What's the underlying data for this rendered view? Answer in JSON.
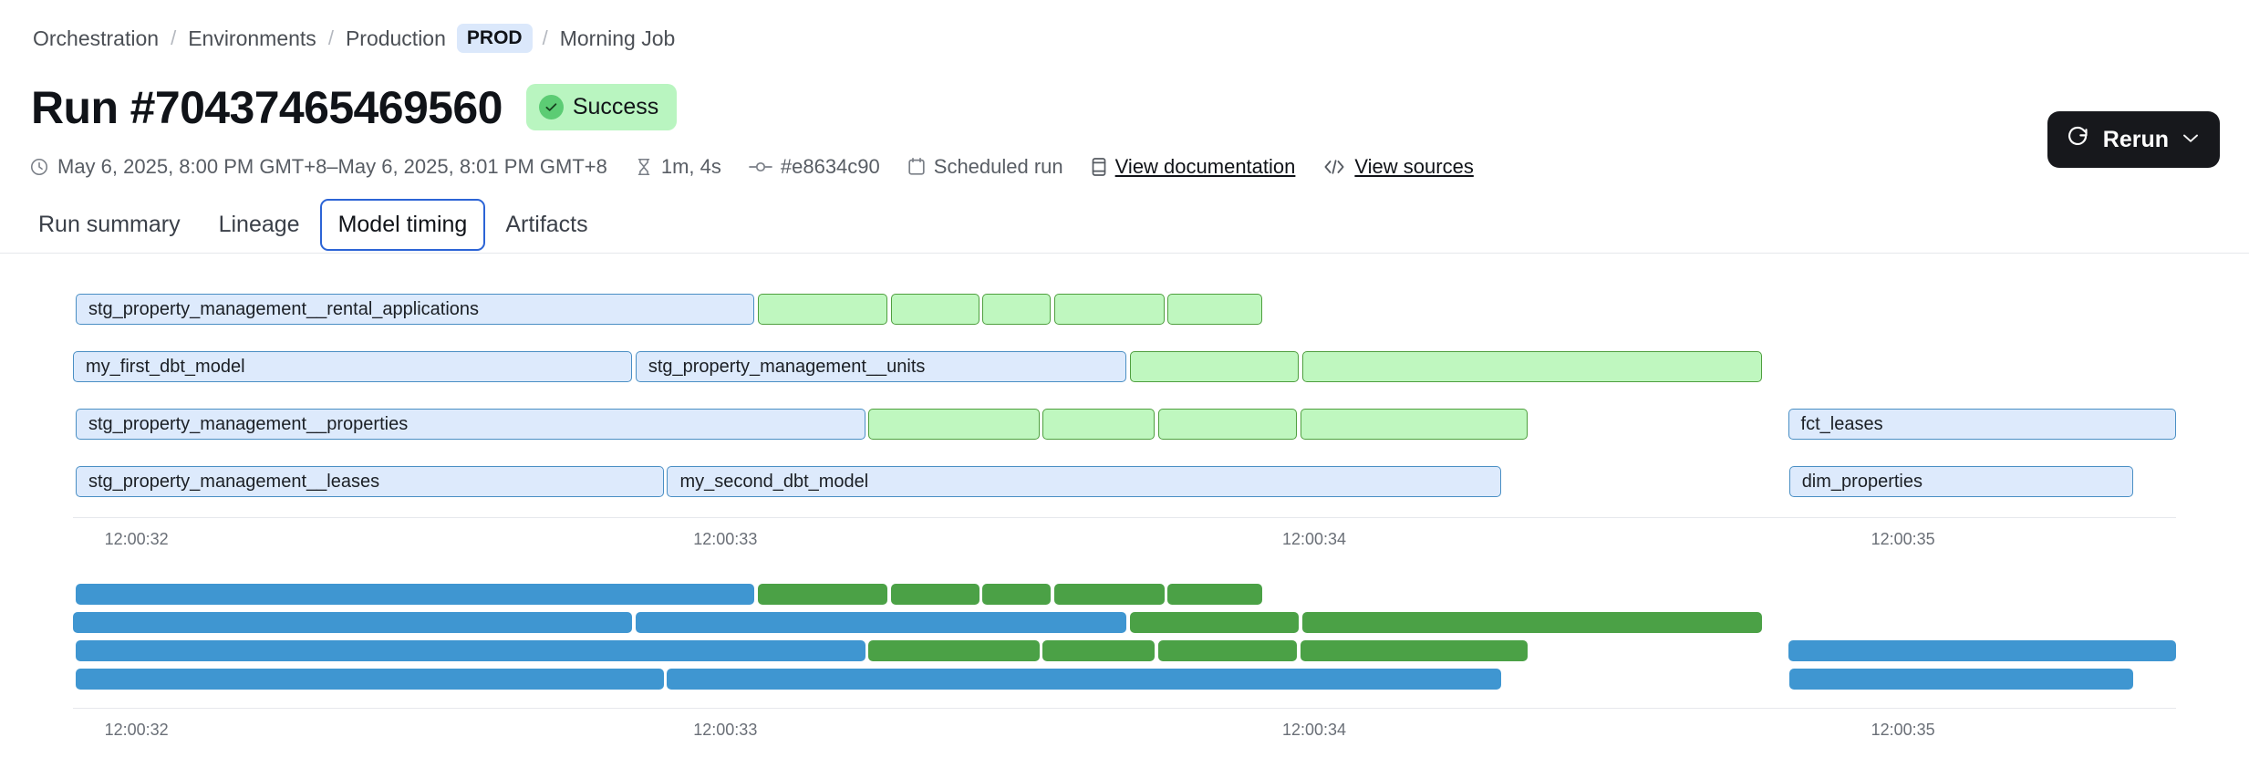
{
  "breadcrumb": {
    "items": [
      {
        "label": "Orchestration",
        "type": "link"
      },
      {
        "label": "Environments",
        "type": "link"
      },
      {
        "label": "Production",
        "type": "link"
      },
      {
        "label": "PROD",
        "type": "badge"
      },
      {
        "label": "Morning Job",
        "type": "text"
      }
    ],
    "separator": "/"
  },
  "header": {
    "title": "Run #70437465469560",
    "status": "Success",
    "status_icon": "check-circle-icon",
    "status_bg": "#b9f5c0",
    "status_accent": "#5ccc74"
  },
  "meta": {
    "timerange": "May 6, 2025, 8:00 PM GMT+8–May 6, 2025, 8:01 PM GMT+8",
    "duration": "1m, 4s",
    "commit": "#e8634c90",
    "trigger": "Scheduled run",
    "documentation_link": "View documentation",
    "sources_link": "View sources",
    "icons": {
      "clock": "clock-icon",
      "hourglass": "hourglass-icon",
      "commit": "git-commit-icon",
      "calendar": "calendar-icon",
      "book": "book-icon",
      "code": "code-brackets-icon"
    }
  },
  "actions": {
    "rerun_label": "Rerun",
    "rerun_icon": "refresh-icon",
    "rerun_caret": "chevron-down-icon",
    "rerun_bg": "#17181c"
  },
  "tabs": [
    {
      "label": "Run summary",
      "active": false
    },
    {
      "label": "Lineage",
      "active": false
    },
    {
      "label": "Model timing",
      "active": true
    },
    {
      "label": "Artifacts",
      "active": false
    }
  ],
  "colors": {
    "light_blue_fill": "#ddeafc",
    "light_blue_border": "#4a8fc4",
    "light_green_fill": "#bff7bf",
    "light_green_border": "#4f9f3f",
    "solid_blue": "#3f96d1",
    "solid_green": "#4ba146",
    "accent": "#2c64d6"
  },
  "chart_data": [
    {
      "type": "bar",
      "name": "model-timing-labeled-gantt",
      "title": "",
      "xlabel": "",
      "ylabel": "",
      "orientation": "horizontal-gantt",
      "grid": false,
      "axis_ticks": [
        "12:00:32",
        "12:00:33",
        "12:00:34",
        "12:00:35"
      ],
      "axis_tick_positions_pct": [
        1.5,
        29.5,
        57.5,
        85.5
      ],
      "rows": [
        {
          "row": 1,
          "segments": [
            {
              "label": "stg_property_management__rental_applications",
              "style": "lblue",
              "start_pct": 0.13,
              "width_pct": 32.25
            },
            {
              "label": "",
              "style": "lgreen",
              "start_pct": 32.55,
              "width_pct": 6.18
            },
            {
              "label": "",
              "style": "lgreen",
              "start_pct": 38.9,
              "width_pct": 4.2
            },
            {
              "label": "",
              "style": "lgreen",
              "start_pct": 43.25,
              "width_pct": 3.25
            },
            {
              "label": "",
              "style": "lgreen",
              "start_pct": 46.65,
              "width_pct": 5.25
            },
            {
              "label": "",
              "style": "lgreen",
              "start_pct": 52.05,
              "width_pct": 4.5
            }
          ]
        },
        {
          "row": 2,
          "segments": [
            {
              "label": "my_first_dbt_model",
              "style": "lblue",
              "start_pct": 0.0,
              "width_pct": 26.6
            },
            {
              "label": "stg_property_management__units",
              "style": "lblue",
              "start_pct": 26.75,
              "width_pct": 23.35
            },
            {
              "label": "",
              "style": "lgreen",
              "start_pct": 50.25,
              "width_pct": 8.05
            },
            {
              "label": "",
              "style": "lgreen",
              "start_pct": 58.45,
              "width_pct": 21.85
            }
          ]
        },
        {
          "row": 3,
          "segments": [
            {
              "label": "stg_property_management__properties",
              "style": "lblue",
              "start_pct": 0.13,
              "width_pct": 37.55
            },
            {
              "label": "",
              "style": "lgreen",
              "start_pct": 37.8,
              "width_pct": 8.15
            },
            {
              "label": "",
              "style": "lgreen",
              "start_pct": 46.1,
              "width_pct": 5.35
            },
            {
              "label": "",
              "style": "lgreen",
              "start_pct": 51.6,
              "width_pct": 6.6
            },
            {
              "label": "",
              "style": "lgreen",
              "start_pct": 58.35,
              "width_pct": 10.8
            },
            {
              "label": "fct_leases",
              "style": "lblue",
              "start_pct": 81.55,
              "width_pct": 18.45
            }
          ]
        },
        {
          "row": 4,
          "segments": [
            {
              "label": "stg_property_management__leases",
              "style": "lblue",
              "start_pct": 0.13,
              "width_pct": 27.95
            },
            {
              "label": "my_second_dbt_model",
              "style": "lblue",
              "start_pct": 28.25,
              "width_pct": 39.65
            },
            {
              "label": "dim_properties",
              "style": "lblue",
              "start_pct": 81.6,
              "width_pct": 16.35
            }
          ]
        }
      ]
    },
    {
      "type": "bar",
      "name": "model-timing-solid-gantt",
      "title": "",
      "xlabel": "",
      "ylabel": "",
      "orientation": "horizontal-gantt",
      "grid": false,
      "axis_ticks": [
        "12:00:32",
        "12:00:33",
        "12:00:34",
        "12:00:35"
      ],
      "axis_tick_positions_pct": [
        1.5,
        29.5,
        57.5,
        85.5
      ],
      "rows": [
        {
          "row": 1,
          "segments": [
            {
              "label": "",
              "style": "sblue",
              "start_pct": 0.13,
              "width_pct": 32.25
            },
            {
              "label": "",
              "style": "sgreen",
              "start_pct": 32.55,
              "width_pct": 6.18
            },
            {
              "label": "",
              "style": "sgreen",
              "start_pct": 38.9,
              "width_pct": 4.2
            },
            {
              "label": "",
              "style": "sgreen",
              "start_pct": 43.25,
              "width_pct": 3.25
            },
            {
              "label": "",
              "style": "sgreen",
              "start_pct": 46.65,
              "width_pct": 5.25
            },
            {
              "label": "",
              "style": "sgreen",
              "start_pct": 52.05,
              "width_pct": 4.5
            }
          ]
        },
        {
          "row": 2,
          "segments": [
            {
              "label": "",
              "style": "sblue",
              "start_pct": 0.0,
              "width_pct": 26.6
            },
            {
              "label": "",
              "style": "sblue",
              "start_pct": 26.75,
              "width_pct": 23.35
            },
            {
              "label": "",
              "style": "sgreen",
              "start_pct": 50.25,
              "width_pct": 8.05
            },
            {
              "label": "",
              "style": "sgreen",
              "start_pct": 58.45,
              "width_pct": 21.85
            }
          ]
        },
        {
          "row": 3,
          "segments": [
            {
              "label": "",
              "style": "sblue",
              "start_pct": 0.13,
              "width_pct": 37.55
            },
            {
              "label": "",
              "style": "sgreen",
              "start_pct": 37.8,
              "width_pct": 8.15
            },
            {
              "label": "",
              "style": "sgreen",
              "start_pct": 46.1,
              "width_pct": 5.35
            },
            {
              "label": "",
              "style": "sgreen",
              "start_pct": 51.6,
              "width_pct": 6.6
            },
            {
              "label": "",
              "style": "sgreen",
              "start_pct": 58.35,
              "width_pct": 10.8
            },
            {
              "label": "",
              "style": "sblue",
              "start_pct": 81.55,
              "width_pct": 18.45
            }
          ]
        },
        {
          "row": 4,
          "segments": [
            {
              "label": "",
              "style": "sblue",
              "start_pct": 0.13,
              "width_pct": 27.95
            },
            {
              "label": "",
              "style": "sblue",
              "start_pct": 28.25,
              "width_pct": 39.65
            },
            {
              "label": "",
              "style": "sblue",
              "start_pct": 81.6,
              "width_pct": 16.35
            }
          ]
        }
      ]
    }
  ]
}
